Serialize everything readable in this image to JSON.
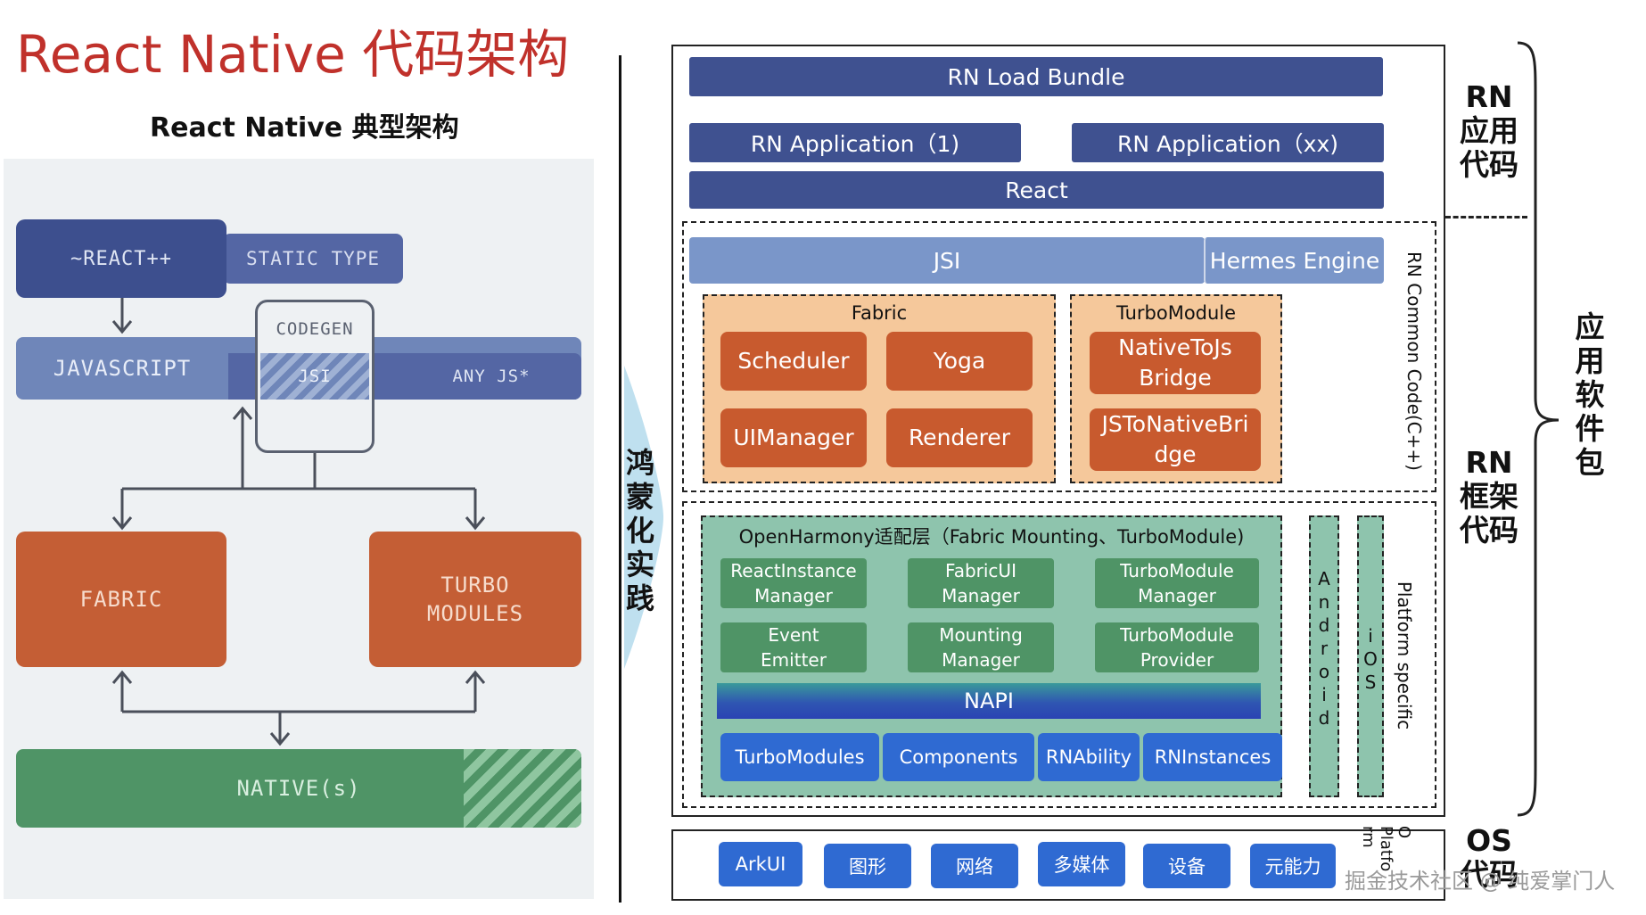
{
  "title": "React Native 代码架构",
  "left": {
    "subtitle": "React Native 典型架构",
    "react": "~REACT++",
    "static_type": "STATIC TYPE",
    "codegen": "CODEGEN",
    "javascript": "JAVASCRIPT",
    "jsi": "JSI",
    "any_js": "ANY JS*",
    "fabric": "FABRIC",
    "turbo_line1": "TURBO",
    "turbo_line2": "MODULES",
    "native": "NATIVE(s)"
  },
  "harmony_label": "鸿蒙化实践",
  "right": {
    "load_bundle": "RN Load Bundle",
    "app1": "RN Application（1)",
    "appxx": "RN Application（xx)",
    "react": "React",
    "jsi": "JSI",
    "hermes": "Hermes Engine",
    "common_code": "RN Common Code(C++)",
    "fabric_title": "Fabric",
    "scheduler": "Scheduler",
    "yoga": "Yoga",
    "uimanager": "UIManager",
    "renderer": "Renderer",
    "turbo_title": "TurboModule",
    "native_to_js_1": "NativeToJs",
    "native_to_js_2": "Bridge",
    "js_to_native_1": "JSToNativeBri",
    "js_to_native_2": "dge",
    "oh_title": "OpenHarmony适配层（Fabric Mounting、TurboModule)",
    "grid": [
      [
        "ReactInstance",
        "Manager"
      ],
      [
        "FabricUI",
        "Manager"
      ],
      [
        "TurboModule",
        "Manager"
      ],
      [
        "Event",
        "Emitter"
      ],
      [
        "Mounting",
        "Manager"
      ],
      [
        "TurboModule",
        "Provider"
      ]
    ],
    "napi": "NAPI",
    "bottom_row": [
      "TurboModules",
      "Components",
      "RNAbility",
      "RNInstances"
    ],
    "android_letters": [
      "A",
      "n",
      "d",
      "r",
      "o",
      "i",
      "d"
    ],
    "ios_letters": [
      "i",
      "O",
      "S"
    ],
    "platform_specific": "Platform specific",
    "os_items": [
      "ArkUI",
      "图形",
      "网络",
      "多媒体",
      "设备",
      "元能力"
    ],
    "os_platform_1": "O",
    "os_platform_2": "Platfo",
    "os_platform_3": "rm"
  },
  "side_labels": {
    "rn_app": [
      "RN",
      "应用",
      "代码"
    ],
    "rn_framework": [
      "RN",
      "框架",
      "代码"
    ],
    "app_package": [
      "应",
      "用",
      "软",
      "件",
      "包"
    ],
    "os": [
      "OS",
      "代码"
    ]
  },
  "watermark": "掘金技术社区 @ 纯爱掌门人",
  "colors": {
    "title_red": "#c0312b",
    "navy": "#3f5190",
    "rust": "#c85a2e",
    "peach": "#f5c89b",
    "teal": "#8ec4ad",
    "green": "#4f9466",
    "blue": "#2f6ad2"
  }
}
